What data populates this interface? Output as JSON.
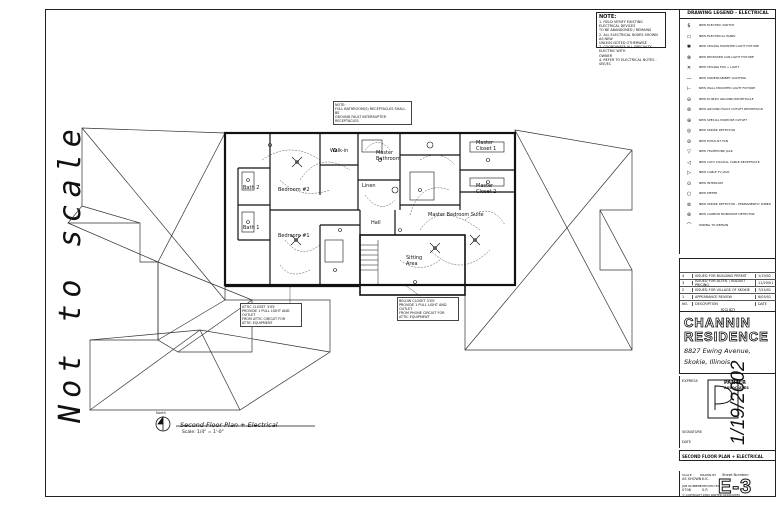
{
  "rotated_text": {
    "not_to_scale": "Not to scale",
    "date": "1/19/2002"
  },
  "notes": {
    "title": "NOTE:",
    "lines": [
      "1. FIELD VERIFY EXISTING ELECTRICAL DEVICES",
      "   TO BE ABANDONED / REMAINS",
      "2. ALL ELECTRICAL BOXES SHOWN AS NEW",
      "   UNLESS NOTED OTHERWISE",
      "3. COORDINATE ALL SPECIALTY ELECTRIC WITH",
      "   OWNER",
      "4. REFER TO ELECTRICAL NOTES - SEE/EC"
    ]
  },
  "plan_notes": {
    "top": "NOTE:\nFULL BATHROOM(S) RECEPTACLES SHALL BE\nGROUND FAULT INTERRUPTER RECEPTACLES",
    "left": "ATTIC CLOSET 3'X5'\nPROVIDE 1 PULL LIGHT AND OUTLET\nFROM ATTIC CIRCUIT FOR\nATTIC EQUIPMENT",
    "right": "BELOW CLOSET 3'X5'\nPROVIDE 1 PULL LIGHT AND OUTLET\nFROM PHONE CIRCUIT FOR\nATTIC EQUIPMENT"
  },
  "rooms": {
    "walk_in": "Walk-in",
    "master_bath": "Master Bathroom",
    "master_closet_1": "Master Closet 1",
    "master_closet_2": "Master Closet 2",
    "bath2": "Bath 2",
    "bedroom2": "Bedroom #2",
    "bath1": "Bath 1",
    "bedroom1": "Bedroom #1",
    "linen": "Linen",
    "hall": "Hall",
    "master_suite": "Master Bedroom Suite",
    "sitting": "Sitting Area"
  },
  "plan_title": {
    "north": "North",
    "title": "Second Floor Plan + Electrical",
    "scale": "Scale: 1/4\" = 1'-0\""
  },
  "legend": {
    "title": "DRAWING LEGEND - ELECTRICAL",
    "items": [
      {
        "sym": "$",
        "text": "NEW ELECTRIC SWITCH"
      },
      {
        "sym": "▭",
        "text": "NEW ELECTRICAL PANEL"
      },
      {
        "sym": "✱",
        "text": "NEW CEILING MOUNTED LIGHT FIXTURE"
      },
      {
        "sym": "⊗",
        "text": "NEW RECESSED CAN LIGHT FIXTURE"
      },
      {
        "sym": "✕",
        "text": "NEW CEILING FAN + LIGHT"
      },
      {
        "sym": "—",
        "text": "NEW UNDERCABINET LIGHTING"
      },
      {
        "sym": "⊢",
        "text": "NEW WALL MOUNTED LIGHT FIXTURE"
      },
      {
        "sym": "⊖",
        "text": "NEW DUPLEX GROUND RECEPTACLE"
      },
      {
        "sym": "⊜",
        "text": "NEW GROUND FAULT OUTLET RECEPTACLE"
      },
      {
        "sym": "⊕",
        "text": "NEW SPECIAL PURPOSE OUTLET"
      },
      {
        "sym": "◎",
        "text": "NEW SMOKE DETECTOR"
      },
      {
        "sym": "⊘",
        "text": "NEW EXHAUST FAN"
      },
      {
        "sym": "▽",
        "text": "NEW TELEPHONE JACK"
      },
      {
        "sym": "◁",
        "text": "NEW CATV COAXIAL CABLE RECEPTACLE"
      },
      {
        "sym": "▷",
        "text": "NEW CABLE TV JACK"
      },
      {
        "sym": "⊙",
        "text": "NEW INTERCOM"
      },
      {
        "sym": "○",
        "text": "NEW METER"
      },
      {
        "sym": "⊚",
        "text": "NEW SMOKE DETECTOR - PERMANENTLY WIRED"
      },
      {
        "sym": "⊛",
        "text": "NEW CARBON MONOXIDE DETECTOR"
      },
      {
        "sym": "⌒",
        "text": "WIRING TO REMAIN"
      }
    ]
  },
  "issues": {
    "rows": [
      {
        "n": "4",
        "d": "ISSUED FOR BUILDING PERMIT",
        "dt": "1/19/02"
      },
      {
        "n": "3",
        "d": "ISSUED FOR ALTER. / BUDGET PRICING",
        "dt": "11/29/01"
      },
      {
        "n": "2",
        "d": "ISSUED FOR VILLAGE OF SKOKIE",
        "dt": "7/24/01"
      },
      {
        "n": "1",
        "d": "APPEARANCE REVIEW",
        "dt": "6/05/01"
      },
      {
        "n": "NO.",
        "d": "DESCRIPTION",
        "dt": "DATE"
      }
    ],
    "label": "ISSUED"
  },
  "project": {
    "name_1": "CHANNIN",
    "name_2": "RESIDENCE",
    "address_1": "8827 Ewing Avenue,",
    "address_2": "Skokie, Illinois"
  },
  "firm": {
    "express_label": "EXPRESS",
    "name_1": "PANTER",
    "name_2": "ASSOCIATES",
    "signature_label": "SIGNATURE",
    "date_label": "DATE"
  },
  "drawing_title": "SECOND FLOOR PLAN + ELECTRICAL",
  "sheet": {
    "scale_label": "SCALE",
    "scale_value": "AS SHOWN",
    "drawn_label": "DRAWN BY",
    "drawn_value": "K.K.",
    "job_label": "JOB NUMBER",
    "job_value": "0708",
    "checked_label": "CHECKED BY",
    "checked_value": "S.P.",
    "number_label": "Sheet Number:",
    "number": "E-3",
    "copyright": "© COPYRIGHT 2002 PANTER ASSOCIATES"
  }
}
